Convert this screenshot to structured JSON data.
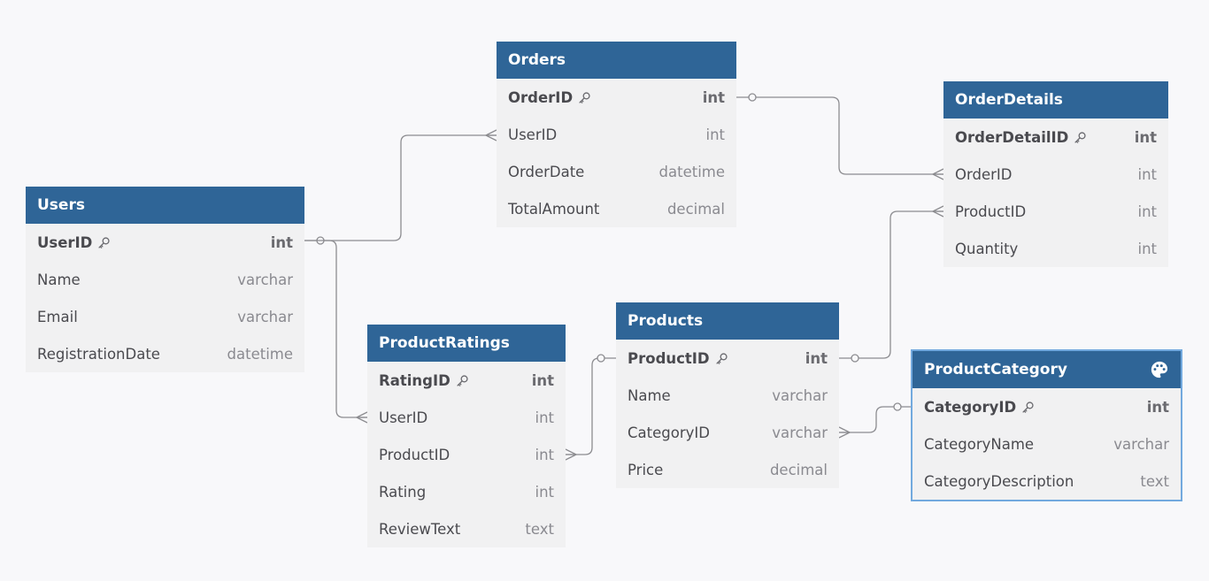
{
  "colors": {
    "background": "#f8f8fa",
    "header": "#2f6597",
    "header_text": "#ffffff",
    "row_bg": "#f1f1f2",
    "connector": "#8c8c90",
    "selection": "#72a9de"
  },
  "tables": {
    "orders": {
      "title": "Orders",
      "fields": [
        {
          "name": "OrderID",
          "type": "int",
          "pk": true
        },
        {
          "name": "UserID",
          "type": "int"
        },
        {
          "name": "OrderDate",
          "type": "datetime"
        },
        {
          "name": "TotalAmount",
          "type": "decimal"
        }
      ]
    },
    "orderdetails": {
      "title": "OrderDetails",
      "fields": [
        {
          "name": "OrderDetailID",
          "type": "int",
          "pk": true
        },
        {
          "name": "OrderID",
          "type": "int"
        },
        {
          "name": "ProductID",
          "type": "int"
        },
        {
          "name": "Quantity",
          "type": "int"
        }
      ]
    },
    "users": {
      "title": "Users",
      "fields": [
        {
          "name": "UserID",
          "type": "int",
          "pk": true
        },
        {
          "name": "Name",
          "type": "varchar"
        },
        {
          "name": "Email",
          "type": "varchar"
        },
        {
          "name": "RegistrationDate",
          "type": "datetime"
        }
      ]
    },
    "productratings": {
      "title": "ProductRatings",
      "fields": [
        {
          "name": "RatingID",
          "type": "int",
          "pk": true
        },
        {
          "name": "UserID",
          "type": "int"
        },
        {
          "name": "ProductID",
          "type": "int"
        },
        {
          "name": "Rating",
          "type": "int"
        },
        {
          "name": "ReviewText",
          "type": "text"
        }
      ]
    },
    "products": {
      "title": "Products",
      "fields": [
        {
          "name": "ProductID",
          "type": "int",
          "pk": true
        },
        {
          "name": "Name",
          "type": "varchar"
        },
        {
          "name": "CategoryID",
          "type": "varchar"
        },
        {
          "name": "Price",
          "type": "decimal"
        }
      ]
    },
    "productcategory": {
      "title": "ProductCategory",
      "icon": "palette-icon",
      "selected": true,
      "fields": [
        {
          "name": "CategoryID",
          "type": "int",
          "pk": true
        },
        {
          "name": "CategoryName",
          "type": "varchar"
        },
        {
          "name": "CategoryDescription",
          "type": "text"
        }
      ]
    }
  },
  "relationships": [
    {
      "from": "users.UserID",
      "to": "orders.UserID",
      "from_end": "one",
      "to_end": "many"
    },
    {
      "from": "users.UserID",
      "to": "productratings.UserID",
      "from_end": "one",
      "to_end": "many"
    },
    {
      "from": "orders.OrderID",
      "to": "orderdetails.OrderID",
      "from_end": "one",
      "to_end": "many"
    },
    {
      "from": "products.ProductID",
      "to": "orderdetails.ProductID",
      "from_end": "one",
      "to_end": "many"
    },
    {
      "from": "products.ProductID",
      "to": "productratings.ProductID",
      "from_end": "one",
      "to_end": "many"
    },
    {
      "from": "productcategory.CategoryID",
      "to": "products.CategoryID",
      "from_end": "one",
      "to_end": "many"
    }
  ]
}
